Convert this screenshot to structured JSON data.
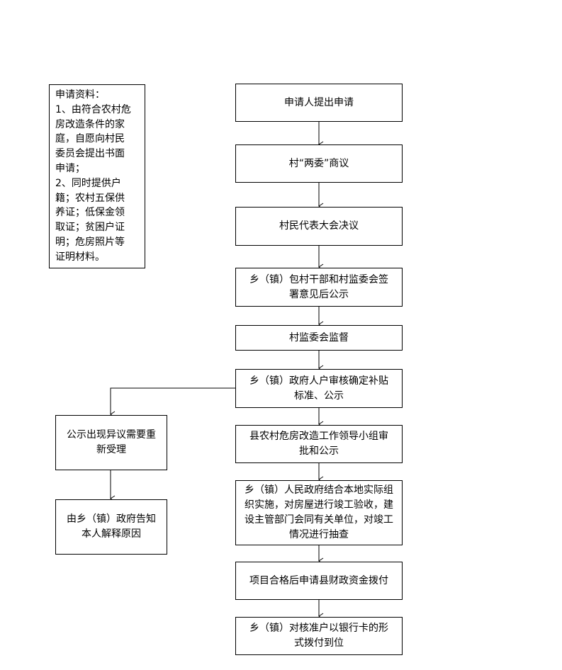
{
  "note": {
    "lines": [
      "申请资料：",
      "1、由符合农村危",
      "房改造条件的家",
      "庭，自愿向村民",
      "委员会提出书面",
      "申请；",
      "2、同时提供户",
      "籍；农村五保供",
      "养证；低保金领",
      "取证；贫困户证",
      "明；危房照片等",
      "证明材料。"
    ]
  },
  "steps": [
    "申请人提出申请",
    "村“两委”商议",
    "村民代表大会决议",
    "乡（镇）包村干部和村监委会签署意见后公示",
    "村监委会监督",
    "乡（镇）政府人户审核确定补贴标准、公示",
    "县农村危房改造工作领导小组审批和公示",
    "乡（镇）人民政府结合本地实际组织实施，对房屋进行竣工验收，建设主管部门会同有关单位，对竣工情况进行抽查",
    "项目合格后申请县财政资金拨付",
    "乡（镇）对核准户以银行卡的形式拨付到位"
  ],
  "branch": [
    "公示出现异议需要重新受理",
    "由乡（镇）政府告知本人解释原因"
  ]
}
